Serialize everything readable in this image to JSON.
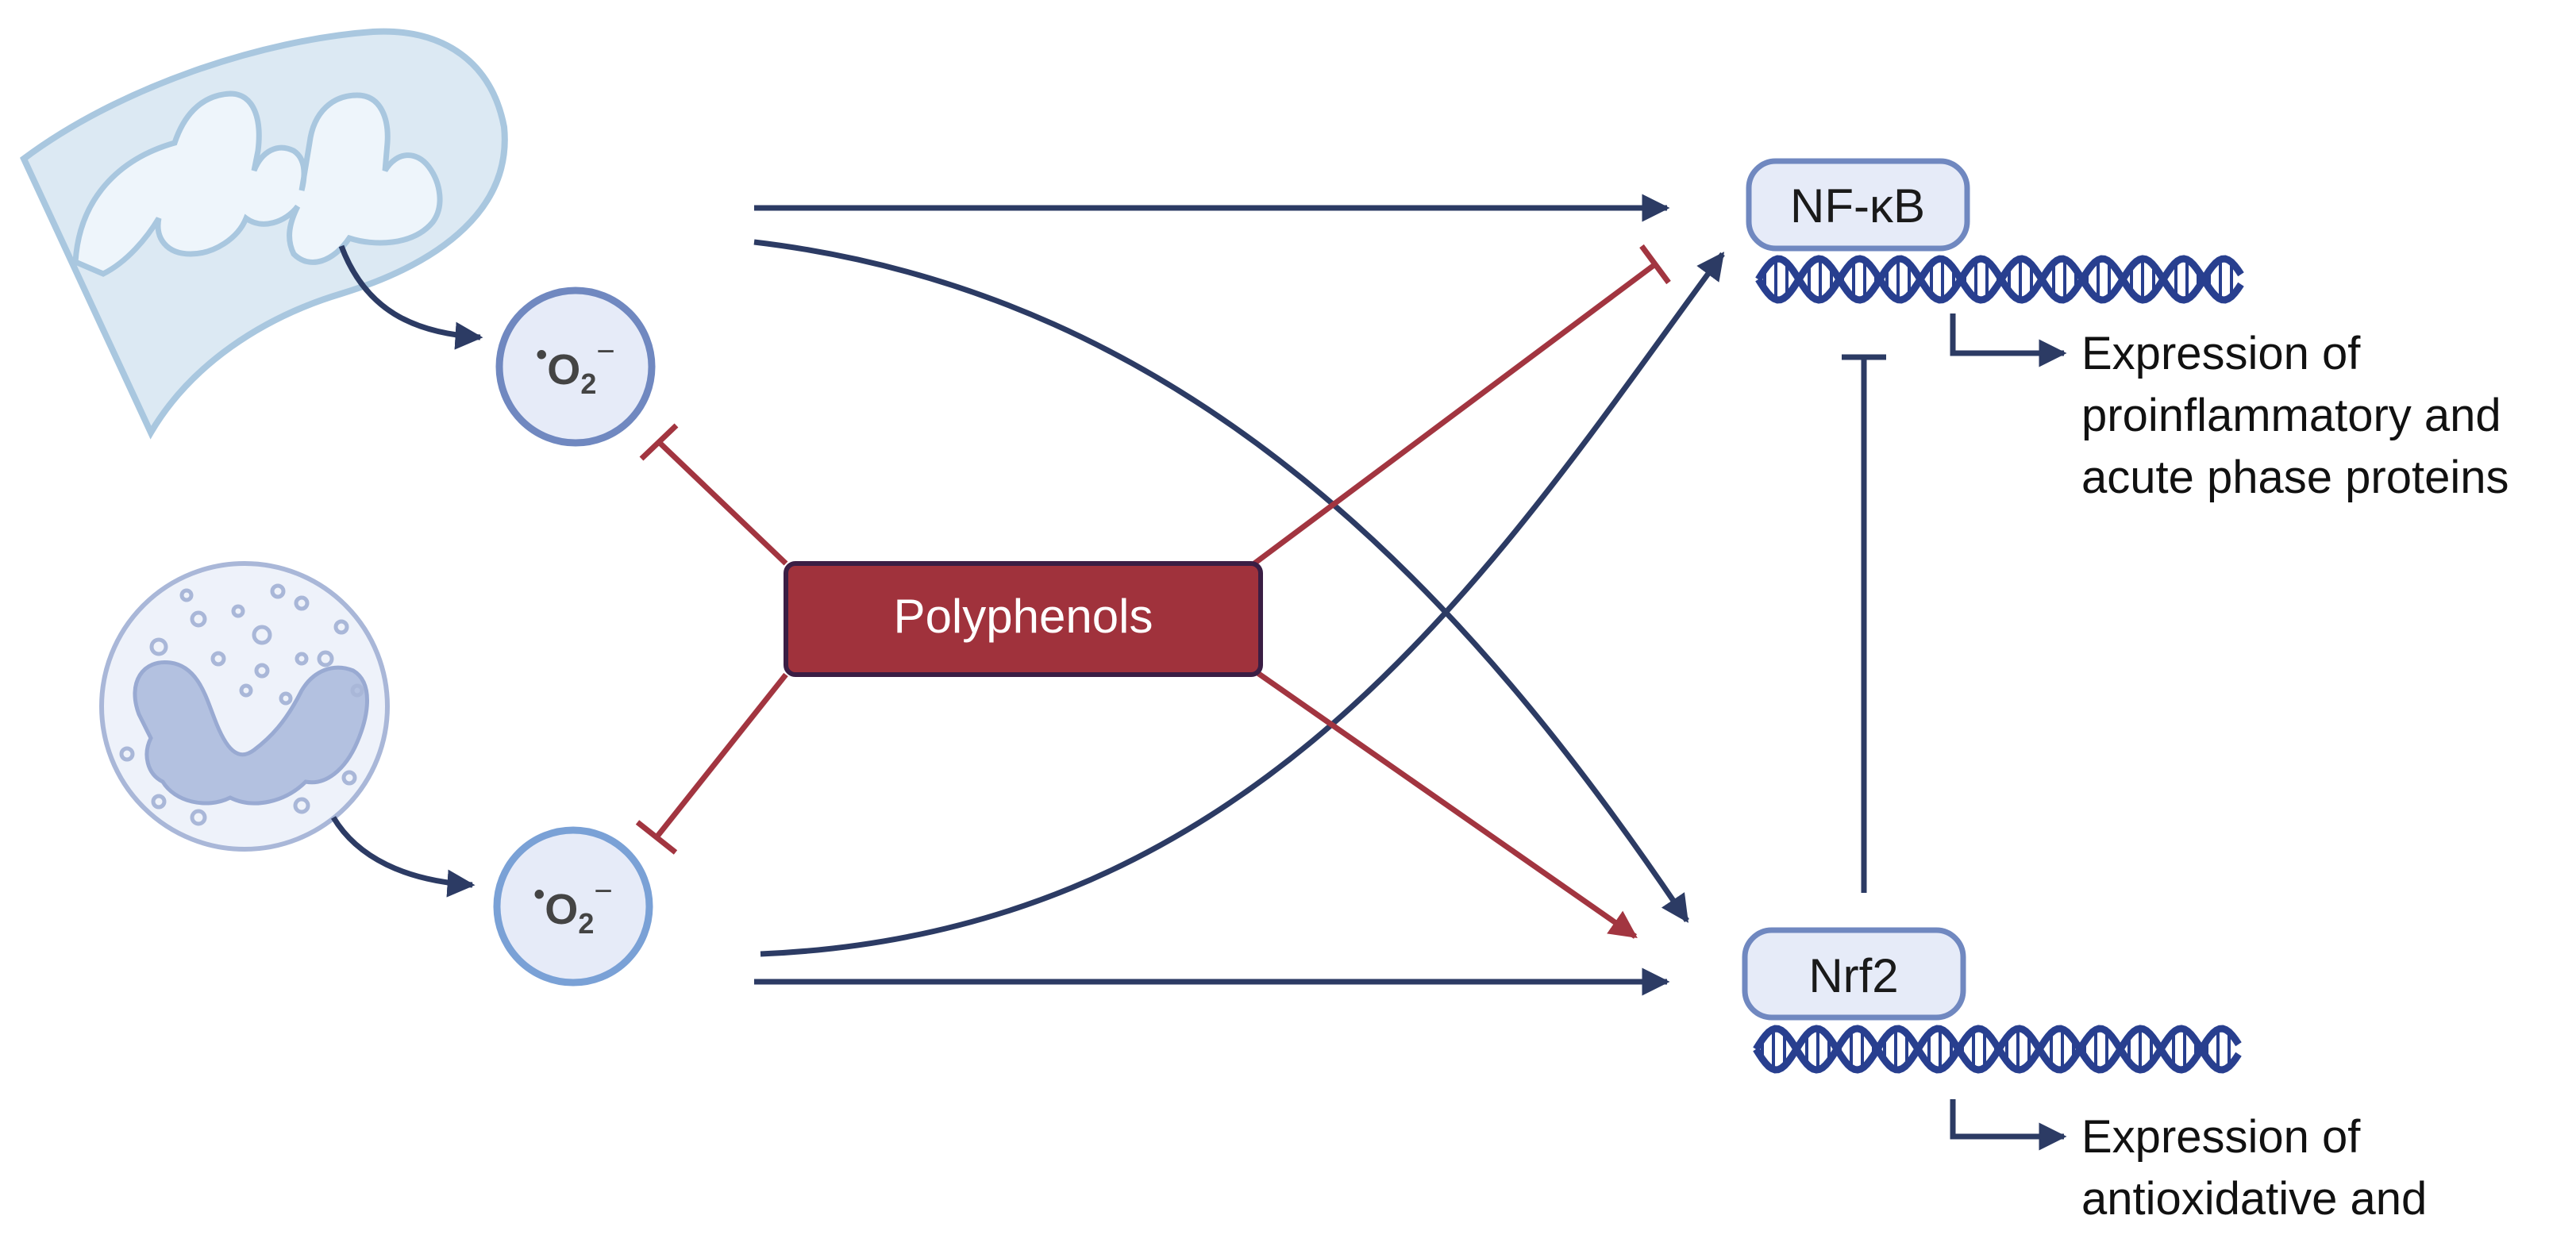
{
  "diagram": {
    "superoxide_top": {
      "dot": "•",
      "base": "O",
      "sub": "2",
      "sup": "−"
    },
    "superoxide_bottom": {
      "dot": "•",
      "base": "O",
      "sub": "2",
      "sup": "−"
    },
    "polyphenols_label": "Polyphenols",
    "nfkb_label": "NF-κB",
    "nrf2_label": "Nrf2",
    "nfkb_output": [
      "Expression of",
      "proinflammatory and",
      "acute phase proteins"
    ],
    "nrf2_output": [
      "Expression of",
      "antioxidative and"
    ]
  },
  "colors": {
    "activation": "#2c3b64",
    "inhibition": "#a23540",
    "polyphenols_fill": "#a0323c",
    "node_fill": "#e6ebf8",
    "node_stroke": "#7088c0",
    "dna": "#283f8f",
    "mitochondrion": "#a9c7df",
    "neutrophil": "#a9b7d8"
  },
  "icons": {
    "mitochondrion": "mitochondrion-icon",
    "neutrophil": "neutrophil-icon",
    "dna": "dna-helix-icon"
  }
}
